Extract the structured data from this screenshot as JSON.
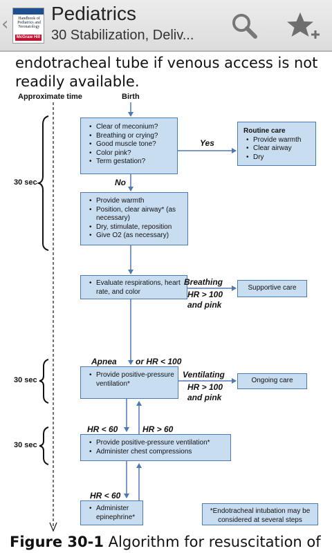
{
  "action_bar": {
    "title": "Pediatrics",
    "subtitle": "30 Stabilization, Deliv...",
    "app_icon_text": "Handbook of Pediatrics and Neonatology",
    "app_icon_publisher": "McGraw Hill",
    "icons": [
      "up-caret-icon",
      "app-icon",
      "search-icon",
      "bookmark-add-icon"
    ]
  },
  "content": {
    "lead_text": "endotracheal tube if venous access is not readily available.",
    "caption_label": "Figure 30-1",
    "caption_text": " Algorithm for resuscitation of"
  },
  "figure": {
    "col_time": "Approximate time",
    "col_birth": "Birth",
    "time_labels": [
      "30 sec",
      "30 sec",
      "30 sec"
    ],
    "box_assess": [
      "Clear of meconium?",
      "Breathing or crying?",
      "Good muscle tone?",
      "Color pink?",
      "Term gestation?"
    ],
    "box_routine": {
      "heading": "Routine care",
      "items": [
        "Provide warmth",
        "Clear airway",
        "Dry"
      ]
    },
    "label_yes": "Yes",
    "label_no": "No",
    "box_warmth": [
      "Provide warmth",
      "Position, clear airway* (as necessary)",
      "Dry, stimulate, reposition",
      "Give O2 (as necessary)"
    ],
    "box_evaluate": [
      "Evaluate respirations, heart rate, and color"
    ],
    "label_breathing": "Breathing",
    "label_hr100_1": "HR > 100",
    "label_pink_1": "and pink",
    "box_supportive": "Supportive care",
    "label_apnea": "Apnea",
    "label_or_hr": "or HR < 100",
    "box_ppv": [
      "Provide positive-pressure ventilation*"
    ],
    "label_ventilating": "Ventilating",
    "label_hr100_2": "HR > 100",
    "label_pink_2": "and pink",
    "box_ongoing": "Ongoing care",
    "label_hr_lt60_1": "HR < 60",
    "label_hr_gt60": "HR > 60",
    "box_compressions": [
      "Provide positive-pressure ventilation*",
      "Administer chest compressions"
    ],
    "label_hr_lt60_2": "HR < 60",
    "box_epinephrine": [
      "Administer epinephrine*"
    ],
    "box_note": "*Endotracheal intubation may be considered at several steps"
  },
  "colors": {
    "box_fill": "#c9ddf1",
    "box_border": "#4c79b0",
    "arrow": "#4c79b0"
  }
}
